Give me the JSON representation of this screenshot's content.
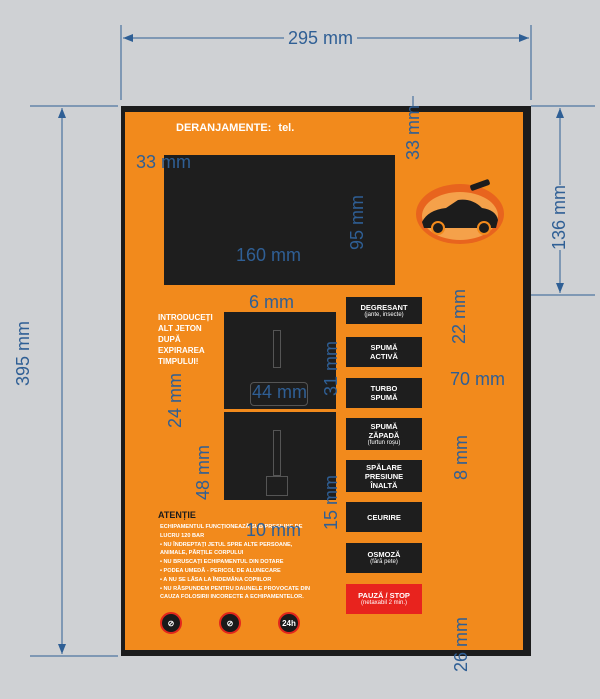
{
  "header": {
    "label": "DERANJAMENTE:",
    "tel": "tel."
  },
  "insert_note": [
    "INTRODUCEȚI",
    "ALT JETON",
    "DUPĂ",
    "EXPIRAREA",
    "TIMPULUI!"
  ],
  "buttons": [
    {
      "label": "DEGRESANT",
      "sub": "(jante, insecte)"
    },
    {
      "label": "SPUMĂ ACTIVĂ",
      "sub": ""
    },
    {
      "label": "TURBO SPUMĂ",
      "sub": ""
    },
    {
      "label": "SPUMĂ ZĂPADĂ",
      "sub": "(furtun roșu)"
    },
    {
      "label": "SPĂLARE PRESIUNE ÎNALTĂ",
      "sub": ""
    },
    {
      "label": "CEURIRE",
      "sub": ""
    },
    {
      "label": "OSMOZĂ",
      "sub": "(fără pete)"
    },
    {
      "label": "PAUZĂ / STOP",
      "sub": "(netaxabil 2 min.)"
    }
  ],
  "warning": {
    "title": "ATENȚIE",
    "lines": [
      "ECHIPAMENTUL FUNCȚIONEAZĂ SUB PRESIUNE DE",
      "LUCRU 120 BAR",
      "• NU ÎNDREPTAȚI JETUL SPRE ALTE PERSOANE,",
      "ANIMALE, PĂRȚILE CORPULUI",
      "• NU BRUSCAȚI ECHIPAMENTUL DIN DOTARE",
      "• PODEA UMEDĂ - PERICOL DE ALUNECARE",
      "• A NU SE LĂSA LA ÎNDEMÂNA COPIILOR",
      "• NU RĂSPUNDEM PENTRU DAUNELE PROVOCATE DIN",
      "CAUZA FOLOSIRII INCORECTE A ECHIPAMENTELOR."
    ]
  },
  "icons": [
    {
      "name": "no-smoking-icon",
      "label": ""
    },
    {
      "name": "no-pets-icon",
      "label": ""
    },
    {
      "name": "24h-icon",
      "label": "24h"
    }
  ],
  "dimensions": {
    "width": "295 mm",
    "height": "395 mm",
    "d33_left": "33 mm",
    "d33_top": "33 mm",
    "d136": "136 mm",
    "d160": "160 mm",
    "d95": "95 mm",
    "d6": "6 mm",
    "d22": "22 mm",
    "d31": "31 mm",
    "d70": "70 mm",
    "d44": "44 mm",
    "d24": "24 mm",
    "d8": "8 mm",
    "d48": "48 mm",
    "d15": "15 mm",
    "d10": "10 mm",
    "d26": "26 mm"
  },
  "colors": {
    "orange": "#f28a1c",
    "dark": "#1e1e1e",
    "dim": "#2f5f95",
    "stop": "#e8231e"
  }
}
